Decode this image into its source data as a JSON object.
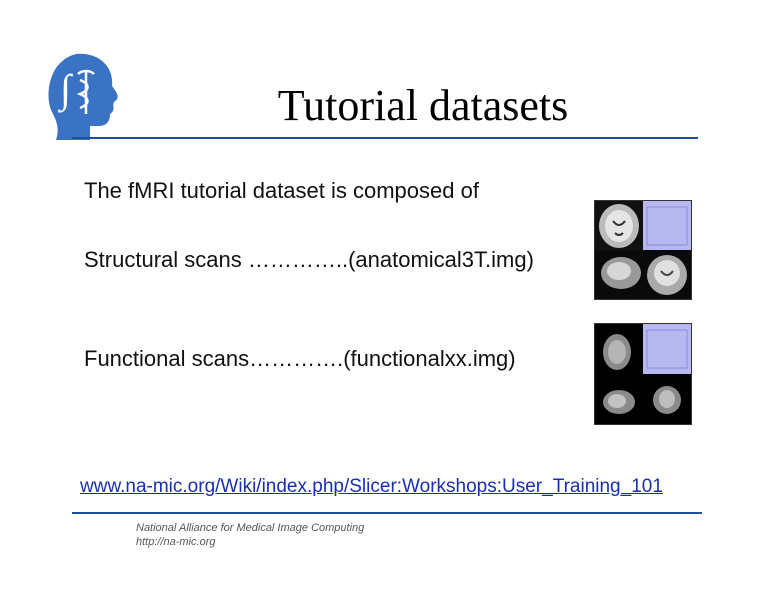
{
  "slide": {
    "title": "Tutorial datasets",
    "lines": [
      "The fMRI tutorial dataset is composed of",
      "Structural scans …………..(anatomical3T.img)",
      "Functional scans………….(functionalxx.img)"
    ],
    "link": "www.na-mic.org/Wiki/index.php/Slicer:Workshops:User_Training_101",
    "footer": {
      "org": "National Alliance for Medical Image Computing",
      "url": "http://na-mic.org"
    },
    "images": [
      {
        "icon": "structural-mri-thumbnail"
      },
      {
        "icon": "functional-mri-thumbnail"
      }
    ]
  },
  "colors": {
    "accent": "#1f4e9a",
    "link": "#1a2fb5",
    "logo": "#3a72c4"
  }
}
